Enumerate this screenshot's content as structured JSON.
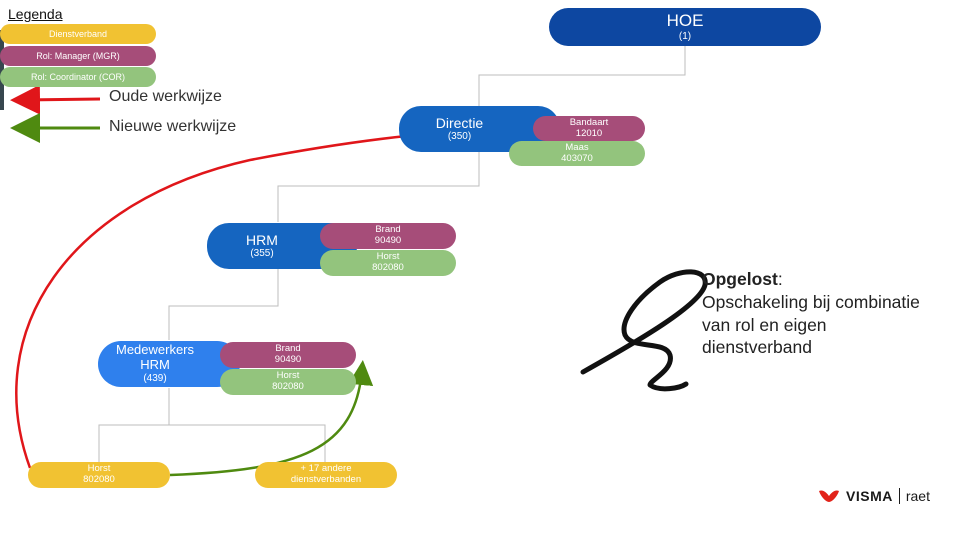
{
  "colors": {
    "dark_blue": "#0d47a1",
    "mid_blue": "#1565c0",
    "light_blue": "#2f80ed",
    "dienstverband": "#f1c232",
    "manager": "#a64d79",
    "coordinator": "#93c47d",
    "old_arrow": "#e0161a",
    "new_arrow": "#4f8a10"
  },
  "legend": {
    "title": "Legenda",
    "items": [
      "Dienstverband",
      "Rol: Manager (MGR)",
      "Rol: Coordinator (COR)"
    ],
    "old_way": "Oude werkwijze",
    "new_way": "Nieuwe werkwijze"
  },
  "nodes": {
    "hoe": {
      "name": "HOE",
      "code": "(1)"
    },
    "directie": {
      "name": "Directie",
      "code": "(350)"
    },
    "hrm": {
      "name": "HRM",
      "code": "(355)"
    },
    "medewerkers": {
      "name_line1": "Medewerkers",
      "name_line2": "HRM",
      "code": "(439)"
    }
  },
  "tags": {
    "directie_mgr": {
      "name": "Bandaart",
      "code": "12010"
    },
    "directie_cor": {
      "name": "Maas",
      "code": "403070"
    },
    "hrm_mgr": {
      "name": "Brand",
      "code": "90490"
    },
    "hrm_cor": {
      "name": "Horst",
      "code": "802080"
    },
    "med_mgr": {
      "name": "Brand",
      "code": "90490"
    },
    "med_cor": {
      "name": "Horst",
      "code": "802080"
    }
  },
  "employees": {
    "horst": {
      "name": "Horst",
      "code": "802080"
    },
    "others": {
      "line1": "+ 17 andere",
      "line2": "dienstverbanden"
    }
  },
  "solved": {
    "title": "Opgelost",
    "colon": ":",
    "line1": "Opschakeling bij combinatie",
    "line2": "van rol en eigen",
    "line3": "dienstverband"
  },
  "brand": {
    "visma": "VISMA",
    "raet": "raet"
  }
}
